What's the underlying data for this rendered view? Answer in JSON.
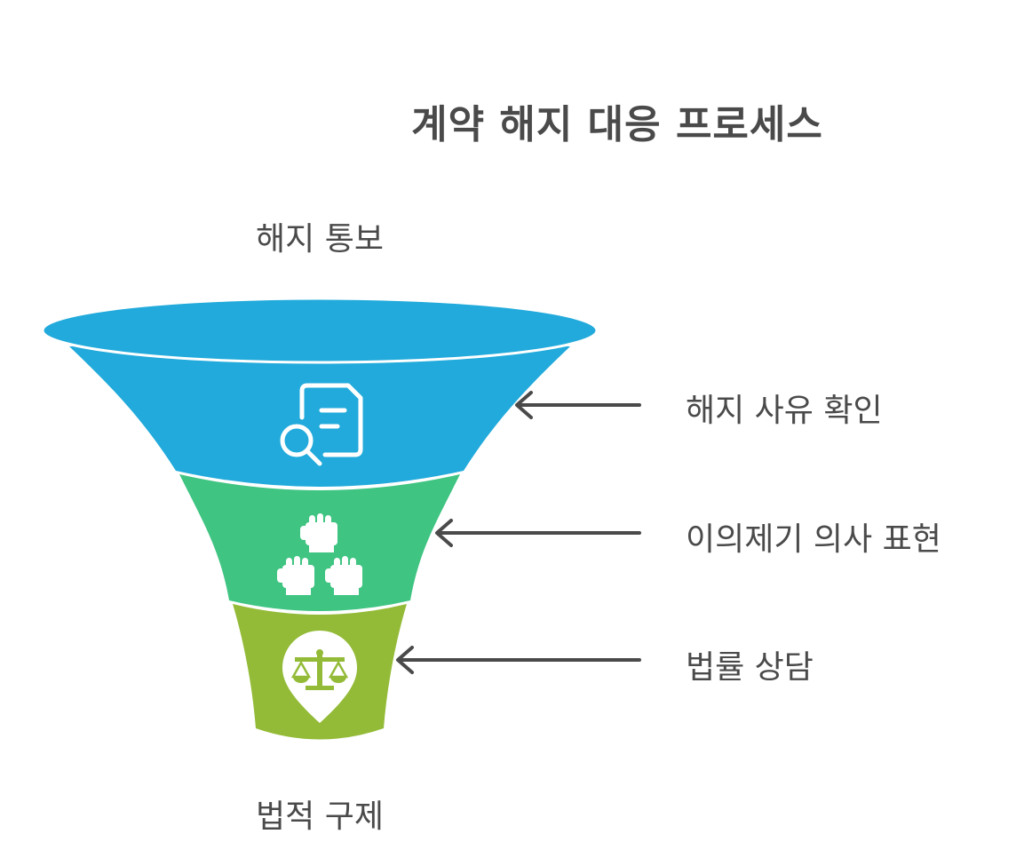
{
  "title": "계약 해지 대응 프로세스",
  "top_label": "해지 통보",
  "bottom_label": "법적 구제",
  "stages": [
    {
      "label": "해지 사유 확인",
      "icon": "document-search-icon",
      "color": "#21aadb"
    },
    {
      "label": "이의제기 의사 표현",
      "icon": "raised-hands-icon",
      "color": "#3fc482"
    },
    {
      "label": "법률 상담",
      "icon": "legal-scale-pin-icon",
      "color": "#93bb37"
    }
  ],
  "arrow_color": "#4a4a4a"
}
